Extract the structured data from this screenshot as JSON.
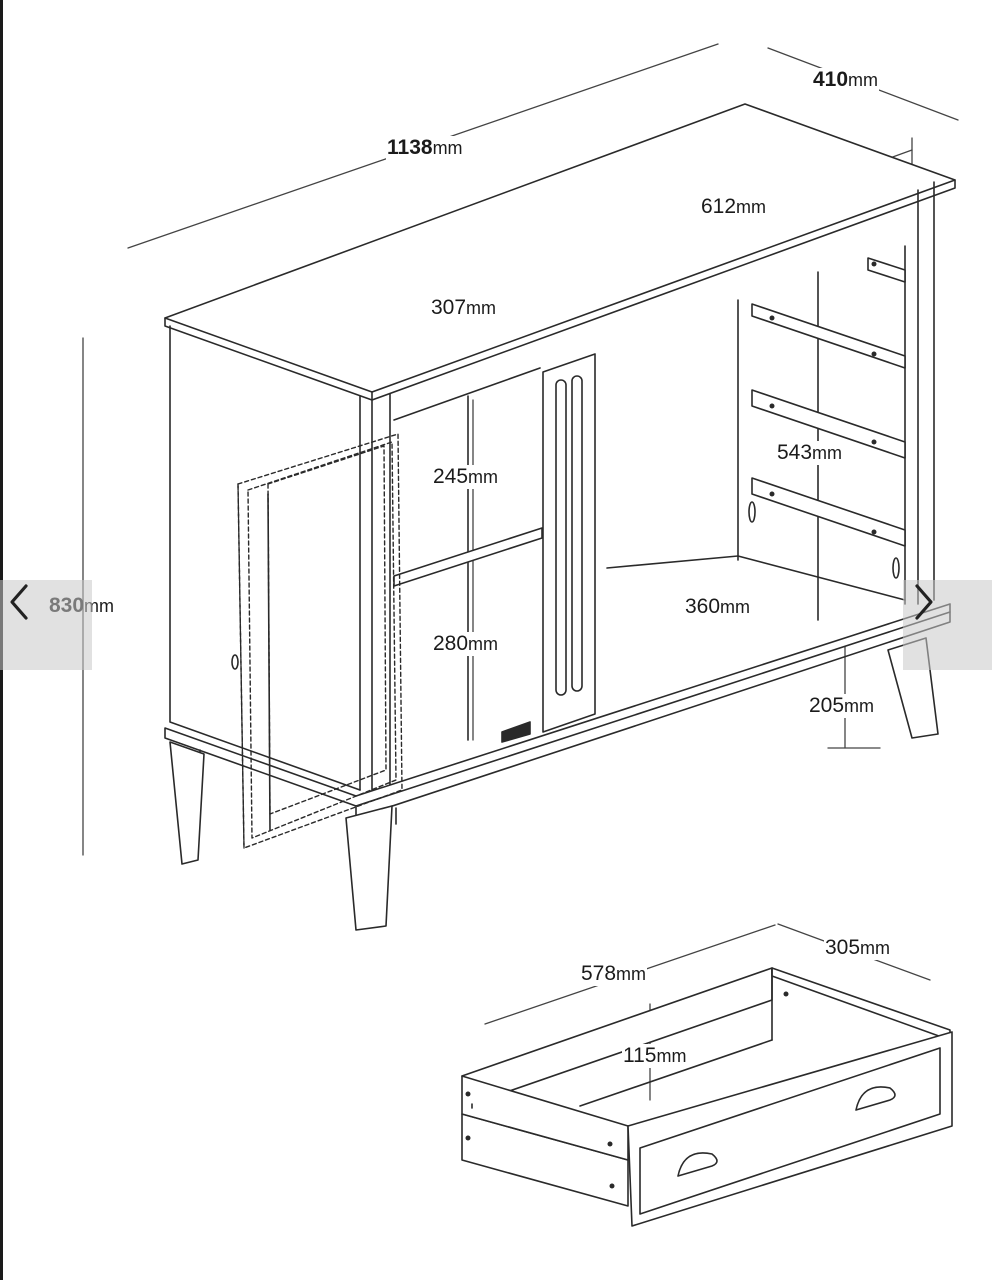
{
  "viewer": {
    "nav": {
      "prev_icon": "chevron-left-icon",
      "next_icon": "chevron-right-icon"
    }
  },
  "dimensions": {
    "width_1138": {
      "value": "1138",
      "unit": "mm"
    },
    "depth_410": {
      "value": "410",
      "unit": "mm"
    },
    "shelf_612": {
      "value": "612",
      "unit": "mm"
    },
    "inner_307": {
      "value": "307",
      "unit": "mm"
    },
    "upper_245": {
      "value": "245",
      "unit": "mm"
    },
    "lower_280": {
      "value": "280",
      "unit": "mm"
    },
    "height_830": {
      "value": "830",
      "unit": "mm"
    },
    "shelf_543": {
      "value": "543",
      "unit": "mm"
    },
    "depth_360": {
      "value": "360",
      "unit": "mm"
    },
    "leg_205": {
      "value": "205",
      "unit": "mm"
    },
    "drawer_578": {
      "value": "578",
      "unit": "mm"
    },
    "drawer_305": {
      "value": "305",
      "unit": "mm"
    },
    "drawer_115": {
      "value": "115",
      "unit": "mm"
    }
  }
}
